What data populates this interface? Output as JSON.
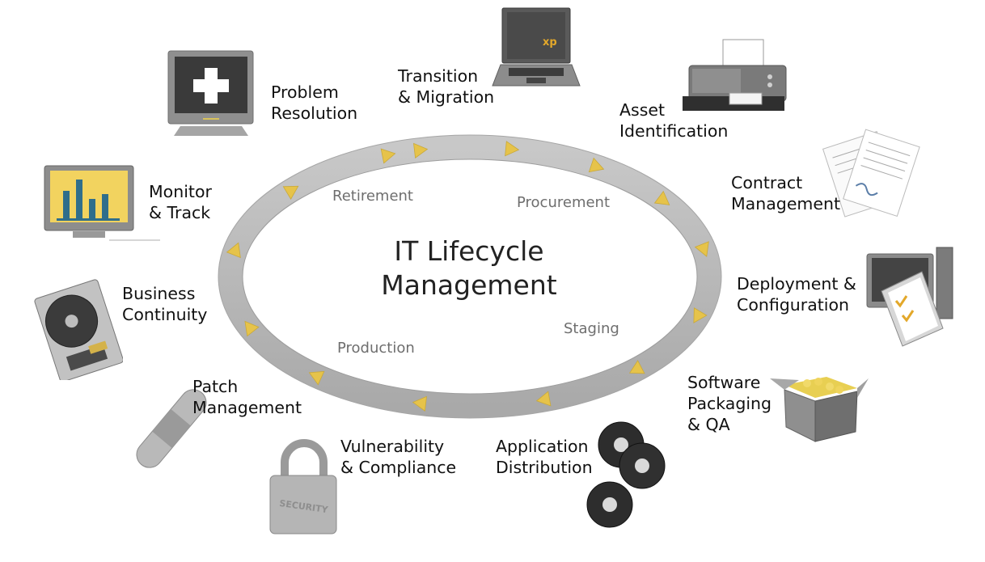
{
  "diagram": {
    "title_lines": [
      "IT Lifecycle",
      "Management"
    ],
    "ring_color": "#b9b9b9",
    "arrow_color": "#e6c34a",
    "stages": {
      "retirement": "Retirement",
      "procurement": "Procurement",
      "staging": "Staging",
      "production": "Production"
    },
    "items": {
      "problem_resolution": [
        "Problem",
        "Resolution"
      ],
      "transition_migration": [
        "Transition",
        "& Migration"
      ],
      "asset_identification": [
        "Asset",
        "Identification"
      ],
      "contract_management": [
        "Contract",
        "Management"
      ],
      "monitor_track": [
        "Monitor",
        "& Track"
      ],
      "deployment_configuration": [
        "Deployment &",
        "Configuration"
      ],
      "business_continuity": [
        "Business",
        "Continuity"
      ],
      "software_packaging": [
        "Software",
        "Packaging",
        "& QA"
      ],
      "patch_management": [
        "Patch",
        "Management"
      ],
      "vulnerability_compliance": [
        "Vulnerability",
        "& Compliance"
      ],
      "application_distribution": [
        "Application",
        "Distribution"
      ]
    },
    "icon_texts": {
      "laptop_badge": "xp",
      "padlock_stamp": "SECURITY"
    }
  }
}
